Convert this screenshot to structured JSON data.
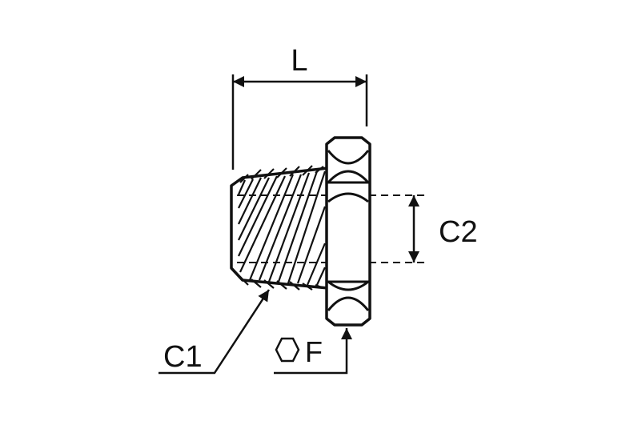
{
  "labels": {
    "length": "L",
    "thread": "C1",
    "bore": "C2",
    "hex_size": "F"
  },
  "icons": {
    "hex_symbol": "hexagon-icon"
  },
  "colors": {
    "line": "#111111",
    "background": "#ffffff"
  }
}
